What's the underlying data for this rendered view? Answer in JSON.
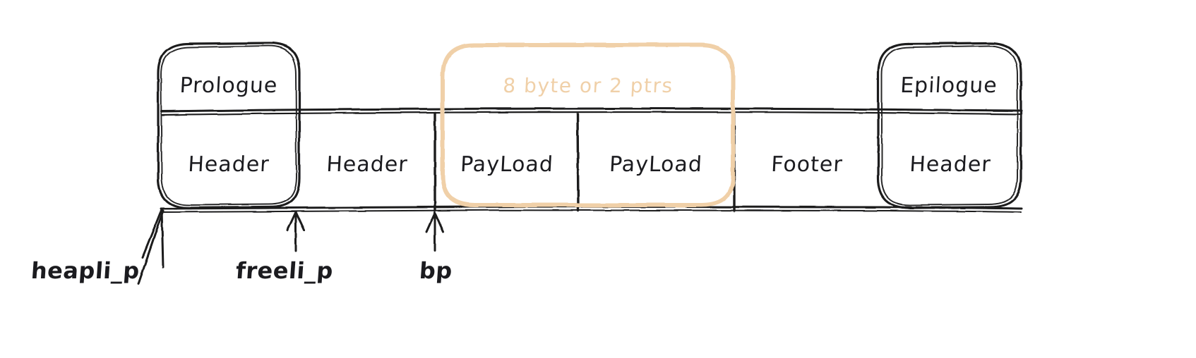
{
  "diagram": {
    "title": "Heap block layout (hand-drawn whiteboard sketch)",
    "style": "hand-drawn sketch",
    "colors": {
      "stroke": "#1b1b1f",
      "accent": "#f0d0a8",
      "background": "#ffffff"
    },
    "strip": {
      "name": "heap-memory-strip",
      "cells": [
        {
          "id": "cell-header-prologue",
          "label": "Header"
        },
        {
          "id": "cell-header-block",
          "label": "Header"
        },
        {
          "id": "cell-payload-1",
          "label": "PayLoad"
        },
        {
          "id": "cell-payload-2",
          "label": "PayLoad"
        },
        {
          "id": "cell-footer",
          "label": "Footer"
        },
        {
          "id": "cell-header-epilogue",
          "label": "Header"
        }
      ]
    },
    "grouped_boxes": [
      {
        "id": "box-prologue",
        "label": "Prologue",
        "color": "#1b1b1f"
      },
      {
        "id": "box-epilogue",
        "label": "Epilogue",
        "color": "#1b1b1f"
      }
    ],
    "annotation_box": {
      "id": "box-payload-size",
      "label": "8 byte or 2 ptrs",
      "color": "#f0d0a8"
    },
    "pointers": [
      {
        "id": "pointer-heaplist",
        "label": "heapli_p"
      },
      {
        "id": "pointer-freelist",
        "label": "freeli_p"
      },
      {
        "id": "pointer-bp",
        "label": "bp"
      }
    ]
  }
}
